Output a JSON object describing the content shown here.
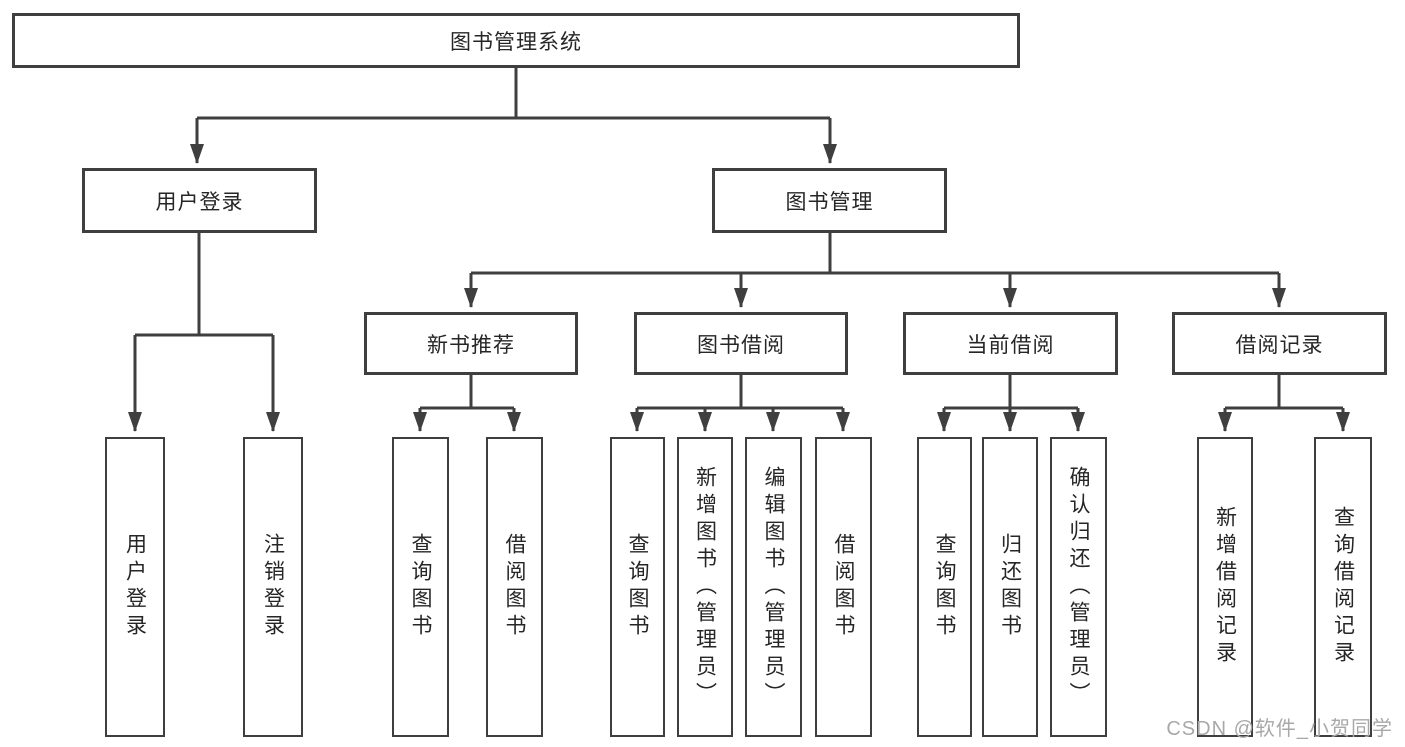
{
  "page": {
    "background": "#ffffff",
    "line_color": "#3f3f3f",
    "text_color": "#262626",
    "watermark_color": "#a8a8a8"
  },
  "watermark": {
    "text": "CSDN @软件_小贺同学"
  },
  "tree": {
    "root": {
      "label": "图书管理系统"
    },
    "level2": [
      {
        "label": "用户登录"
      },
      {
        "label": "图书管理"
      }
    ],
    "level3": [
      {
        "parent": "图书管理",
        "label": "新书推荐"
      },
      {
        "parent": "图书管理",
        "label": "图书借阅"
      },
      {
        "parent": "图书管理",
        "label": "当前借阅"
      },
      {
        "parent": "图书管理",
        "label": "借阅记录"
      }
    ],
    "leaves": [
      {
        "parent": "用户登录",
        "label": "用户登录"
      },
      {
        "parent": "用户登录",
        "label": "注销登录"
      },
      {
        "parent": "新书推荐",
        "label": "查询图书"
      },
      {
        "parent": "新书推荐",
        "label": "借阅图书"
      },
      {
        "parent": "图书借阅",
        "label": "查询图书"
      },
      {
        "parent": "图书借阅",
        "label": "新增图书（管理员）"
      },
      {
        "parent": "图书借阅",
        "label": "编辑图书（管理员）"
      },
      {
        "parent": "图书借阅",
        "label": "借阅图书"
      },
      {
        "parent": "当前借阅",
        "label": "查询图书"
      },
      {
        "parent": "当前借阅",
        "label": "归还图书"
      },
      {
        "parent": "当前借阅",
        "label": "确认归还（管理员）"
      },
      {
        "parent": "借阅记录",
        "label": "新增借阅记录"
      },
      {
        "parent": "借阅记录",
        "label": "查询借阅记录"
      }
    ]
  }
}
